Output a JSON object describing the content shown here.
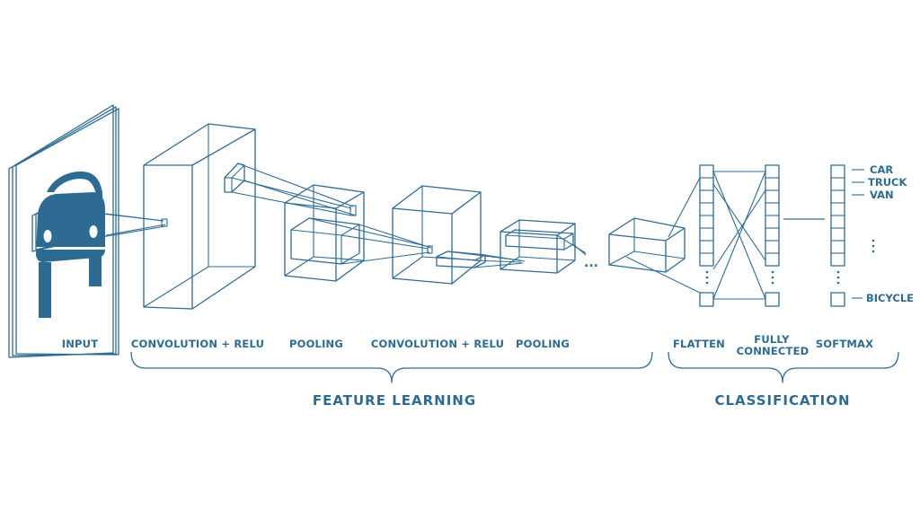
{
  "stages": {
    "input": "INPUT",
    "conv1": "CONVOLUTION + RELU",
    "pool1": "POOLING",
    "conv2": "CONVOLUTION + RELU",
    "pool2": "POOLING",
    "flatten": "FLATTEN",
    "fc_line1": "FULLY",
    "fc_line2": "CONNECTED",
    "softmax": "SOFTMAX"
  },
  "groups": {
    "feature_learning": "FEATURE LEARNING",
    "classification": "CLASSIFICATION"
  },
  "classes": [
    "CAR",
    "TRUCK",
    "VAN",
    "BICYCLE"
  ],
  "ellipsis": "...",
  "colors": {
    "accent": "#2e6b93",
    "background": "#ffffff"
  },
  "icons": {
    "input_image": "car-icon"
  }
}
